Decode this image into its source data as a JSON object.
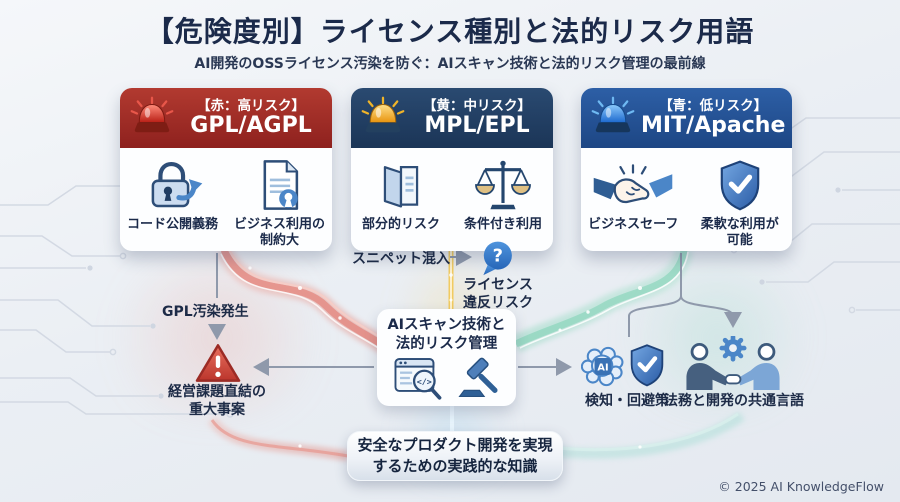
{
  "header": {
    "title": "【危険度別】ライセンス種別と法的リスク用語",
    "subtitle": "AI開発のOSSライセンス汚染を防ぐ：AIスキャン技術と法的リスク管理の最前線"
  },
  "cards": [
    {
      "risk_label": "【赤：高リスク】",
      "license": "GPL/AGPL",
      "siren_icon": "red-siren-icon",
      "item1": {
        "icon": "lock-share-icon",
        "label": "コード公開義務"
      },
      "item2": {
        "icon": "document-osi-icon",
        "line1": "ビジネス利用の",
        "line2": "制約大"
      }
    },
    {
      "risk_label": "【黄：中リスク】",
      "license": "MPL/EPL",
      "siren_icon": "yellow-siren-icon",
      "item1": {
        "icon": "partial-document-icon",
        "label": "部分的リスク"
      },
      "item2": {
        "icon": "scales-icon",
        "label": "条件付き利用"
      }
    },
    {
      "risk_label": "【青：低リスク】",
      "license": "MIT/Apache",
      "siren_icon": "blue-siren-icon",
      "item1": {
        "icon": "handshake-icon",
        "label": "ビジネスセーフ"
      },
      "item2": {
        "icon": "shield-check-icon",
        "line1": "柔軟な利用が",
        "line2": "可能"
      }
    }
  ],
  "flow": {
    "snippet": "スニペット混入",
    "violation_line1": "ライセンス",
    "violation_line2": "違反リスク",
    "gpl": "GPL汚染発生",
    "incident_line1": "経営課題直結の",
    "incident_line2": "重大事案",
    "center_line1": "AIスキャン技術と",
    "center_line2": "法的リスク管理",
    "detect": "検知・回避策",
    "common": "法務と開発の共通言語"
  },
  "footer": {
    "banner_line1": "安全なプロダクト開発を実現",
    "banner_line2": "するための実践的な知識",
    "copyright": "© 2025 AI KnowledgeFlow"
  },
  "glyphs": {
    "question": "?",
    "ai_chip": "AI",
    "code": "</>"
  },
  "colors": {
    "high_header": "linear-gradient(180deg,#b23a30,#8e211e)",
    "mid_header": "linear-gradient(180deg,#2a4a71,#1b3557)",
    "low_header": "linear-gradient(180deg,#2d5fa6,#1d4684)",
    "risk_red": "#c0392f",
    "risk_yellow": "#f2c64a",
    "risk_blue": "#4b86c8",
    "safe_green": "#7bd2b2",
    "title_navy": "#1b2a4a"
  }
}
